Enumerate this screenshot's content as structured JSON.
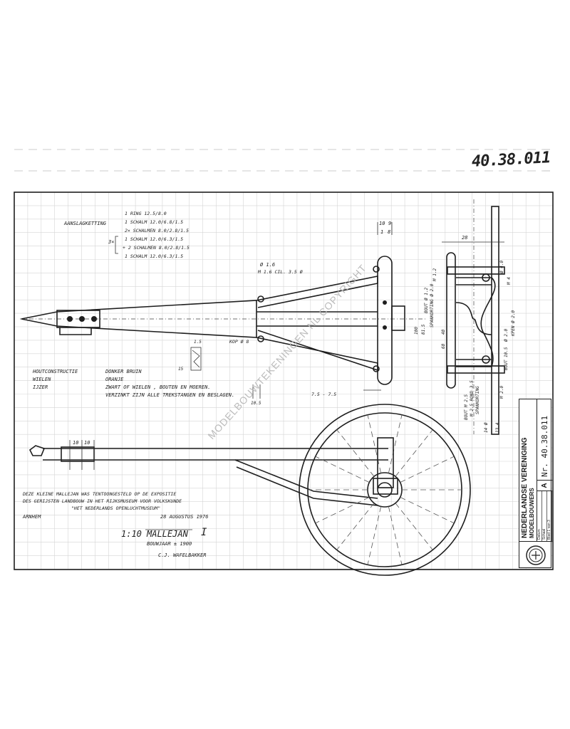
{
  "sheet_number": "40.38.011",
  "watermark": "MODELBOUWTEKENINGEN NL COPYRIGHT",
  "parts_list": {
    "heading": "AANSLAGKETTING",
    "lines": [
      "1 RING  12.5/8.0",
      "1 SCHALM  12.0/6.8/1.5",
      "2× SCHALMEN  8.0/2.8/1.5",
      "1 SCHALM  12.0/6.3/1.5",
      "+ 2 SCHALMEN  8.0/2.8/1.5",
      "1 SCHALM  12.0/6.3/1.5"
    ],
    "bracket": "3×"
  },
  "dimensions": {
    "top_view": [
      "10",
      "9",
      "1",
      "8",
      "Ø 1.6",
      "M 1.6  CIL. 3.5 Ø",
      "KOP Ø 8",
      "1.5",
      "10.5",
      "15",
      "7.5 - 7.5"
    ],
    "side_view": [
      "10",
      "10"
    ],
    "end_view": [
      "28",
      "M 1.2",
      "BOUT Ø 1.2",
      "SPANKORTING Ø 2.0",
      "40",
      "60",
      "100",
      "81.5",
      "M 4",
      "Ø 2.0",
      "KPEN Ø 2.0",
      "BOUT 10.5",
      "M 2.0",
      "Ø 4.0",
      "BOUT M 2.5",
      "M 2.5 ROND 3.5",
      "SPANKORTING",
      "14 Ø",
      "13.4"
    ]
  },
  "materials": {
    "rows": [
      {
        "label": "HOUTCONSTRUCTIE",
        "value": "DONKER BRUIN"
      },
      {
        "label": "WIELEN",
        "value": "ORANJE"
      },
      {
        "label": "IJZER",
        "value": "ZWART  OF WIELEN , BOUTEN EN MOEREN."
      },
      {
        "label": "",
        "value": "VERZINKT  ZIJN ALLE TREKSTANGEN EN BESLAGEN."
      }
    ]
  },
  "notes": {
    "lines": [
      "DEZE KLEINE MALLEJAN WAS TENTOONGESTELD OP DE EXPOSITIE",
      "DES GERIJSTEN LANDBOUW  IN HET RIJKSMUSEUM VOOR VOLKSKUNDE",
      "\"HET NEDERLANDS OPENLUCHTMUSEUM\""
    ],
    "place": "ARNHEM",
    "date": "28 AUGUSTUS 1976"
  },
  "title": {
    "scale": "1:10",
    "name": "MALLEJAN",
    "roman": "I",
    "built": "BOUWJAAR ± 1900",
    "author": "C.J. WAFELBAKKER"
  },
  "title_block": {
    "org_name": "NEDERLANDSE VERENIGING",
    "org_sub": "MODELBOUWERS",
    "cells": [
      "Datum",
      "Schaal",
      "Blad  1  van  3"
    ],
    "sheet_letter": "A",
    "drawing_number": "Nr. 40.38.011"
  },
  "colors": {
    "ink": "#1e1e1e",
    "grid": "#d5d5d5",
    "paper": "#ffffff"
  }
}
